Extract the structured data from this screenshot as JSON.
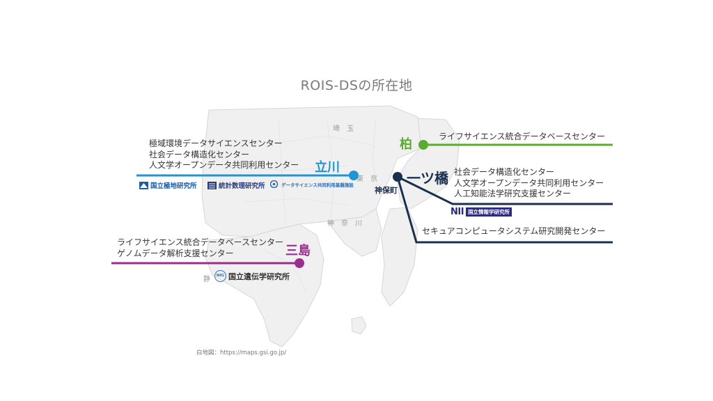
{
  "title": "ROIS-DSの所在地",
  "map_credit": "白地図：https://maps.gsi.go.jp/",
  "map_labels": {
    "saitama": "埼　玉",
    "tokyo": "東　京",
    "kanagawa": "神　奈　川",
    "shizuoka": "静"
  },
  "locations": {
    "kashiwa": {
      "name": "柏",
      "color": "#5aac2f",
      "centers": [
        "ライフサイエンス統合データベースセンター"
      ]
    },
    "tachikawa": {
      "name": "立川",
      "color": "#1f95d4",
      "centers": [
        "極域環境データサイエンスセンター",
        "社会データ構造化センター",
        "人文学オープンデータ共同利用センター"
      ],
      "logos": [
        "国立極地研究所",
        "統計数理研究所",
        "データサイエンス共同利用基盤施設"
      ]
    },
    "hitotsubashi": {
      "name": "一ツ橋",
      "sub_name": "神保町",
      "color": "#1b2f4e",
      "centers_a": [
        "社会データ構造化センター",
        "人文学オープンデータ共同利用センター",
        "人工知能法学研究支援センター"
      ],
      "centers_b": [
        "セキュアコンピュータシステム研究開発センター"
      ],
      "logo": "国立情報学研究所",
      "logo_mark": "NII"
    },
    "mishima": {
      "name": "三島",
      "color": "#9b2d8e",
      "centers": [
        "ライフサイエンス統合データベースセンター",
        "ゲノムデータ解析支援センター"
      ],
      "logo": "国立遺伝学研究所",
      "logo_mark": "NIG"
    }
  }
}
